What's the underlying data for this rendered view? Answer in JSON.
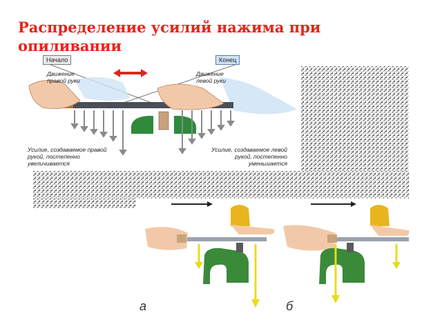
{
  "slide": {
    "title": "Распределение усилий нажима при опиливании"
  },
  "top_figure": {
    "start_label": "Начало",
    "end_label": "Конец",
    "right_hand_label": "Движение правой руки",
    "left_hand_label": "Движение левой руки",
    "right_force_caption": "Усилие, создаваемое правой рукой, постепенно увеличивается",
    "left_force_caption": "Усилие, создаваемое левой рукой, постепенно уменьшается"
  },
  "bottom_figure": {
    "label_a": "а",
    "label_b": "б"
  },
  "colors": {
    "title": "#e8231b",
    "vise_green": "#2f8a3a",
    "arrow_red": "#d62a1e",
    "force_arrow_gray": "#8a8a8a",
    "force_arrow_yellow": "#e8dc1a",
    "glove_yellow": "#e8b51f"
  }
}
